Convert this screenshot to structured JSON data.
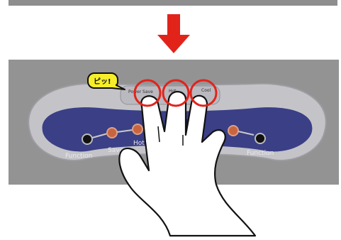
{
  "speech_bubble": {
    "text": "ピッ!"
  },
  "buttons": {
    "top_left": "Power Save",
    "top_middle": "Hot",
    "top_right": "Cool"
  },
  "panel_labels": {
    "left_function": "Function",
    "left_save": "Save",
    "left_hot": "Hot",
    "right_function": "Function"
  },
  "colors": {
    "arrow": "#e2231a",
    "touch_circle": "#e2231a",
    "panel_blue": "#3a3f86",
    "led_orange": "#c9653e"
  },
  "icons": {
    "arrow": "red-down-arrow-icon",
    "hand": "hand-icon"
  }
}
